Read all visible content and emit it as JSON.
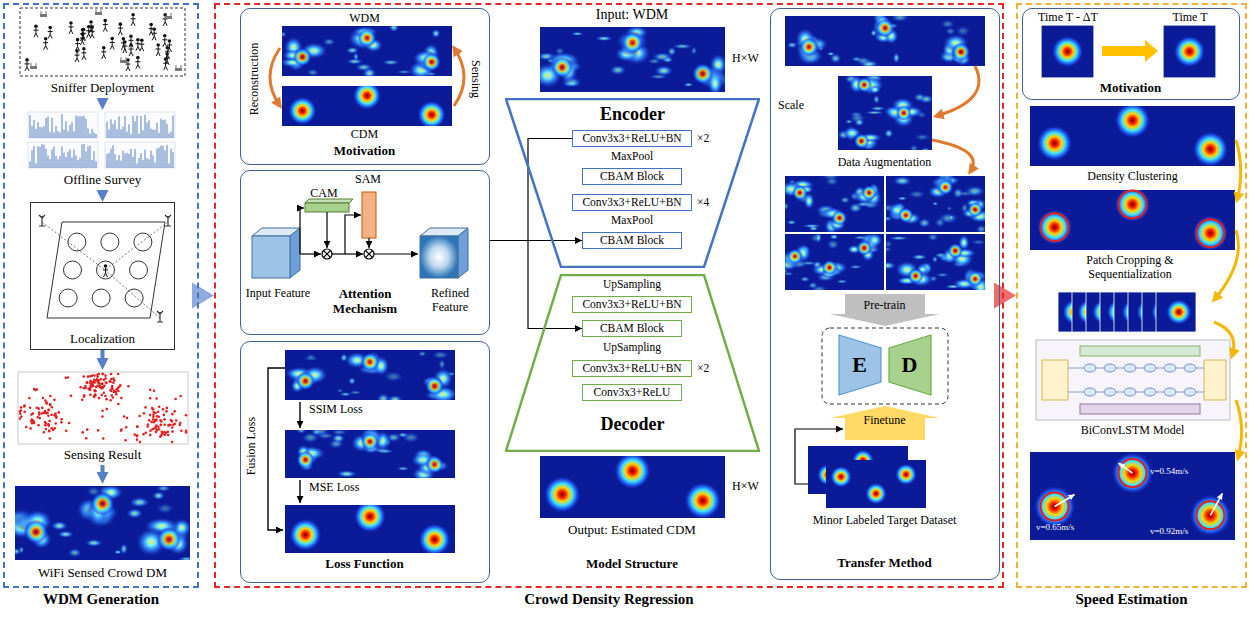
{
  "diagram": {
    "nodes": [
      {
        "text": [
          "WDM Generation"
        ]
      },
      {
        "text": [
          "Sniffer Deployment"
        ],
        "in": 0
      },
      {
        "text": [
          "Offline Survey"
        ],
        "in": 0
      },
      {
        "text": [
          "Localization"
        ],
        "in": 0
      },
      {
        "text": [
          "Sensing Result"
        ],
        "in": 0
      },
      {
        "text": [
          "WiFi Sensed Crowd DM"
        ],
        "in": 0
      },
      {
        "text": [
          "Crowd Density Regression"
        ]
      },
      {
        "text": [
          "WDM",
          "Reconstruction",
          "Sensing",
          "CDM",
          "Motivation"
        ],
        "in": 6
      },
      {
        "text": [
          "CAM",
          "SAM",
          "Input Feature",
          "Attention Mechanism",
          "Refined Feature"
        ],
        "in": 6
      },
      {
        "text": [
          "Fusion Loss",
          "SSIM Loss",
          "MSE Loss",
          "Loss Function"
        ],
        "in": 6
      },
      {
        "text": [
          "Encoder"
        ],
        "in": 6
      },
      {
        "text": [
          "Conv3x3+ReLU+BN",
          "×2"
        ],
        "in": 10
      },
      {
        "text": [
          "CBAM Block"
        ],
        "in": 10
      },
      {
        "text": [
          "Conv3x3+ReLU+BN",
          "×4"
        ],
        "in": 10
      },
      {
        "text": [
          "CBAM Block"
        ],
        "in": 10
      },
      {
        "text": [
          "Decoder"
        ],
        "in": 6
      },
      {
        "text": [
          "Conv3x3+ReLU+BN"
        ],
        "in": 15
      },
      {
        "text": [
          "CBAM Block"
        ],
        "in": 15
      },
      {
        "text": [
          "Conv3x3+ReLU+BN",
          "×2"
        ],
        "in": 15
      },
      {
        "text": [
          "Conv3x3+ReLU"
        ],
        "in": 15
      },
      {
        "text": [
          "Scale",
          "Data Augmentation",
          "Pre-train",
          "Finetune",
          "Minor Labeled Target Dataset",
          "Transfer Method"
        ],
        "in": 6
      },
      {
        "text": [
          "E"
        ],
        "in": 20
      },
      {
        "text": [
          "D"
        ],
        "in": 20
      },
      {
        "text": [
          "Speed Estimation"
        ]
      },
      {
        "text": [
          "Time T - ΔT",
          "Time T",
          "Motivation"
        ],
        "in": 23
      }
    ],
    "edges": [
      {
        "from": 0,
        "to": 6,
        "arrow": "to"
      },
      {
        "from": 6,
        "to": 23,
        "arrow": "to"
      },
      {
        "from": 1,
        "to": 2,
        "arrow": "to"
      },
      {
        "from": 2,
        "to": 3,
        "arrow": "to"
      },
      {
        "from": 3,
        "to": 4,
        "arrow": "to"
      },
      {
        "from": 4,
        "to": 5,
        "arrow": "to"
      },
      {
        "from": 8,
        "to": 14,
        "arrow": "to"
      },
      {
        "from": 11,
        "to": 17,
        "arrow": "to"
      }
    ],
    "labels": [
      "Input: WDM",
      "H×W",
      "MaxPool",
      "MaxPool",
      "UpSampling",
      "UpSampling",
      "H×W",
      "Output: Estimated CDM",
      "Model Structure",
      "Density Clustering",
      "Patch Cropping & Sequentialization",
      "BiConvLSTM Model",
      "v=0.65m/s",
      "v=0.54m/s",
      "v=0.92m/s"
    ]
  }
}
